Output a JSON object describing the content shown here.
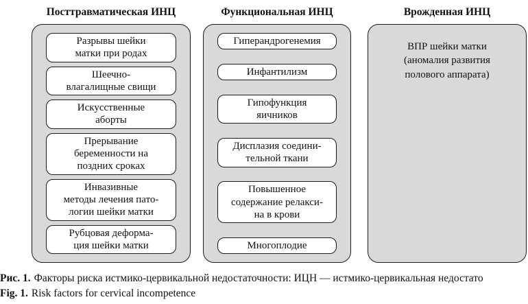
{
  "columns": [
    {
      "header": "Посттравматическая ИНЦ",
      "items": [
        "Разрывы шейки\nматки при родах",
        "Шеечно-\nвлагалищные свищи",
        "Искусственные\nаборты",
        "Прерывание\nбеременности на\nпоздних сроках",
        "Инвазивные\nметоды лечения пато-\nлогии шейки матки",
        "Рубцовая деформа-\nция шейки матки"
      ]
    },
    {
      "header": "Функциональная ИНЦ",
      "items": [
        "Гиперандрогенемия",
        "Инфантилизм",
        "Гипофункция\nяичников",
        "Дисплазия соедини-\nтельной ткани",
        "Повышенное\nсодержание релакси-\nна в крови",
        "Многоплодие"
      ]
    },
    {
      "header": "Врожденная ИНЦ",
      "items": [
        "ВПР шейки матки\n(аномалия развития\nполового аппарата)"
      ]
    }
  ],
  "caption": {
    "ru_label": "Рис. 1.",
    "ru_text": "Факторы риска истмико-цервикальной недостаточности: ИЦН — истмико-цервикальная недостато",
    "en_label": "Fig. 1.",
    "en_text": "Risk factors for cervical incompetence"
  },
  "colors": {
    "container_fill": "#d9d9d9",
    "box_fill": "#ffffff",
    "border": "#1a1a1a"
  }
}
